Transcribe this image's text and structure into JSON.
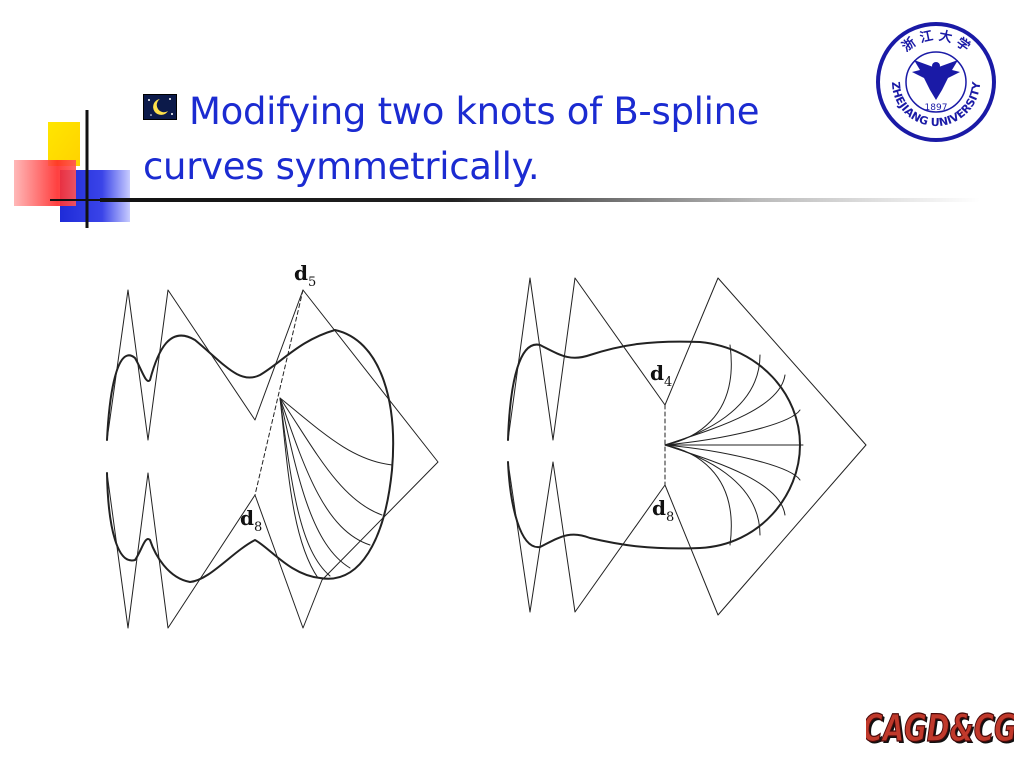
{
  "slide": {
    "title_line1": "Modifying two knots of B-spline",
    "title_line2": "curves symmetrically."
  },
  "figure": {
    "left": {
      "label_top": "d",
      "label_top_sub": "5",
      "label_bottom": "d",
      "label_bottom_sub": "8"
    },
    "right": {
      "label_top": "d",
      "label_top_sub": "4",
      "label_bottom": "d",
      "label_bottom_sub": "8"
    }
  },
  "logo": {
    "chinese": "浙 江 大 学",
    "year": "1897",
    "name": "ZHEJIANG UNIVERSITY"
  },
  "footer": {
    "text": "CAGD&CG"
  },
  "colors": {
    "title": "#1b2bd1",
    "footer": "#c0392b",
    "logo": "#1a1aa6"
  }
}
